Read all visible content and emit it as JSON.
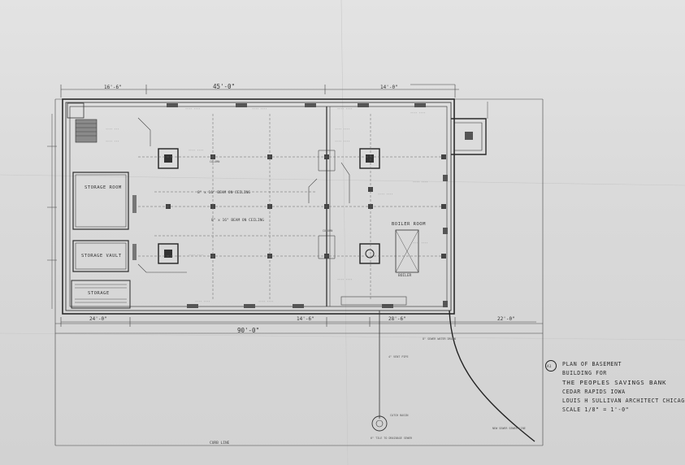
{
  "title_block": {
    "sheet_no": "A1",
    "lines": [
      "PLAN OF BASEMENT",
      "BUILDING FOR",
      "THE PEOPLES SAVINGS BANK",
      "CEDAR RAPIDS IOWA",
      "LOUIS H SULLIVAN ARCHITECT CHICAGO ILL",
      "SCALE 1/8\" = 1'-0\""
    ]
  },
  "rooms": {
    "storage_room": "STORAGE ROOM",
    "storage_vault": "STORAGE VAULT",
    "storage_lower": "STORAGE",
    "boiler_room": "BOILER ROOM",
    "boiler": "BOILER",
    "curb_line": "CURB LINE"
  },
  "dimensions": {
    "top_overall": "45'-0\"",
    "top_left": "16'-6\"",
    "top_right": "14'-0\"",
    "bottom_overall": "90'-0\"",
    "bottom_left": "24'-0\"",
    "bottom_mid": "14'-6\"",
    "bottom_right": "28'-6\"",
    "right_side": "22'-0\""
  },
  "notes": {
    "beam_a": "8\" x 16\" BEAM ON CEILING",
    "beam_b": "8\" x 16\" BEAM ON CEILING",
    "column_a": "COLUMN",
    "column_b": "COLUMN",
    "sewer": "8\" SEWER WATER DRAIN",
    "vent": "4\" VENT PIPE",
    "catch": "CATCH BASIN",
    "new_sewer": "NEW SEWER SEWER LINE",
    "drain": "6\" TILE TO DRAINAGE SEWER"
  },
  "colors": {
    "paper": "#dcdcdc",
    "ink": "#2b2b2b"
  }
}
